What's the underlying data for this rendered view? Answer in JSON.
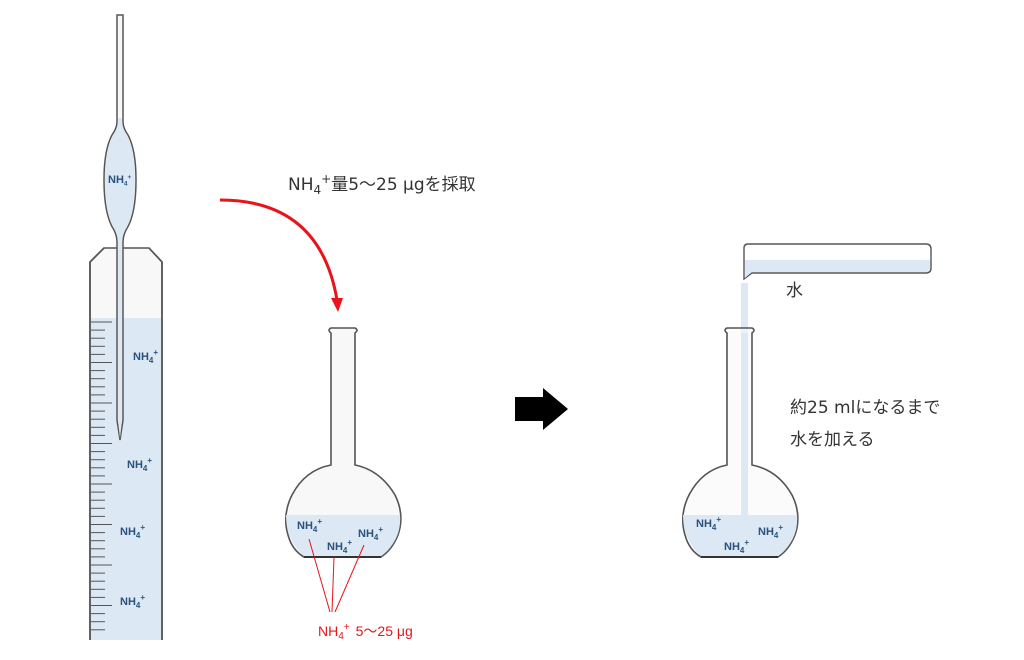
{
  "ion": {
    "base": "NH",
    "sub": "4",
    "sup": "+"
  },
  "step1": {
    "caption_pre": "量5〜25 μgを採取"
  },
  "flask1": {
    "amount_label": "5〜25 μg"
  },
  "step2": {
    "water_label": "水",
    "instruction_line1": "約25 mlになるまで",
    "instruction_line2": "水を加える"
  },
  "colors": {
    "liquid": "#dce8f4",
    "ion_text": "#2a527e",
    "accent_red": "#e8141b"
  }
}
